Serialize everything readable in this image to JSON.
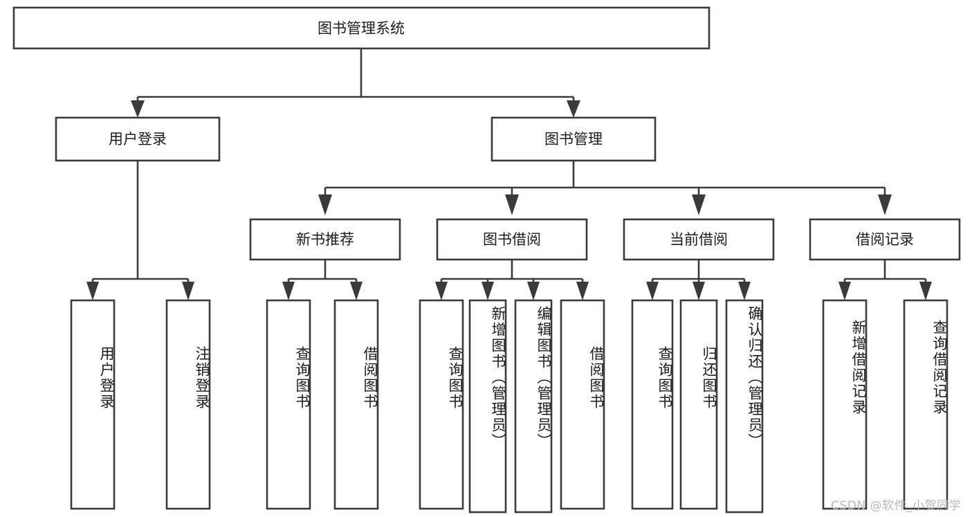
{
  "diagram": {
    "title": "图书管理系统",
    "type": "tree",
    "watermark": "CSDN @软件_小贺同学",
    "colors": {
      "stroke": "#3a3a3a",
      "fill": "#ffffff",
      "text": "#1c1c1c",
      "watermark": "#b9b9b9",
      "background": "#ffffff"
    },
    "root": {
      "label": "图书管理系统"
    },
    "level2": [
      {
        "label": "用户登录"
      },
      {
        "label": "图书管理"
      }
    ],
    "level3": [
      {
        "label": "新书推荐"
      },
      {
        "label": "图书借阅"
      },
      {
        "label": "当前借阅"
      },
      {
        "label": "借阅记录"
      }
    ],
    "leaves": {
      "user_login": [
        {
          "label": "用户登录"
        },
        {
          "label": "注销登录"
        }
      ],
      "new_book_recommend": [
        {
          "label": "查询图书"
        },
        {
          "label": "借阅图书"
        }
      ],
      "book_borrow": [
        {
          "label": "查询图书"
        },
        {
          "label": "新增图书（管理员）"
        },
        {
          "label": "编辑图书（管理员）"
        },
        {
          "label": "借阅图书"
        }
      ],
      "current_borrow": [
        {
          "label": "查询图书"
        },
        {
          "label": "归还图书"
        },
        {
          "label": "确认归还（管理员）"
        }
      ],
      "borrow_record": [
        {
          "label": "新增借阅记录"
        },
        {
          "label": "查询借阅记录"
        }
      ]
    }
  }
}
